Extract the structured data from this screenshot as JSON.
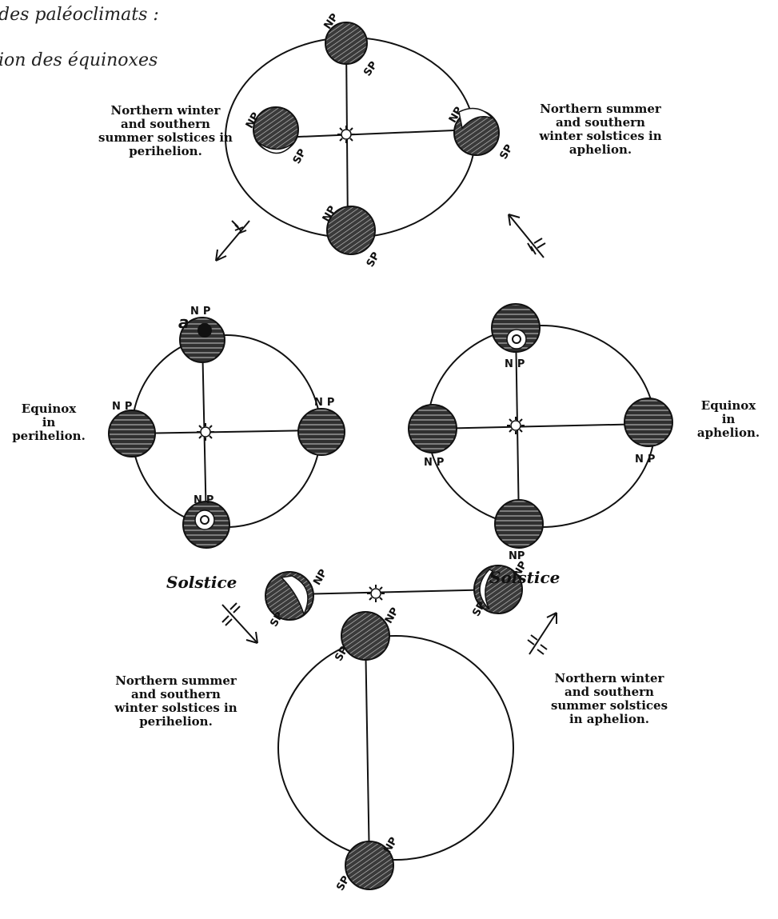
{
  "header": {
    "line1": "des paléoclimats :",
    "line2": "ion des équinoxes"
  },
  "captions": {
    "top_left": "Northern winter\nand southern\nsummer solstices in\nperihelion.",
    "top_right": "Northern summer\nand southern\nwinter solstices in\naphelion.",
    "mid_left": "Equinox\nin\nperihelion.",
    "mid_right": "Equinox\nin\naphelion.",
    "bottom_left": "Northern summer\nand southern\nwinter solstices in\nperihelion.",
    "bottom_right": "Northern winter\nand southern\nsummer solstices\nin aphelion."
  },
  "solstice_labels": {
    "left": "Solstice",
    "right": "Solstice"
  },
  "pole_labels": {
    "north": "NP",
    "south": "SP",
    "marker": "a"
  },
  "colors": {
    "ink": "#111111",
    "earth": "#2a2a2a",
    "paper": "#ffffff"
  }
}
